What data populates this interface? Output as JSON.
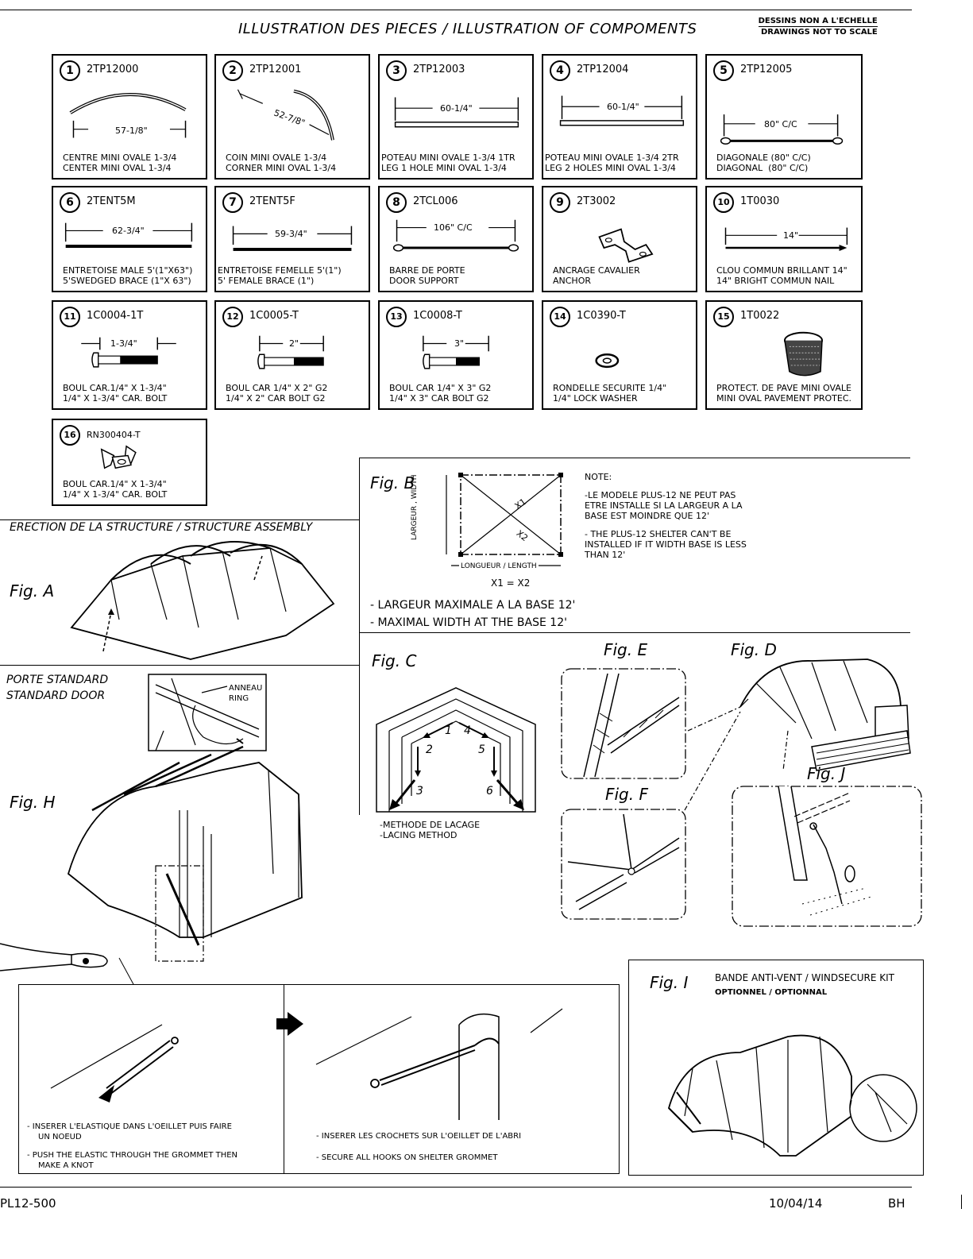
{
  "header": {
    "title": "ILLUSTRATION DES PIECES / ILLUSTRATION OF COMPOMENTS",
    "scale_fr": "DESSINS NON A L'ECHELLE",
    "scale_en": "DRAWINGS NOT TO SCALE"
  },
  "parts": [
    {
      "num": "1",
      "code": "2TP12000",
      "dim": "57-1/8\"",
      "fr": "CENTRE MINI OVALE 1-3/4",
      "en": "CENTER MINI OVAL 1-3/4"
    },
    {
      "num": "2",
      "code": "2TP12001",
      "dim": "52-7/8\"",
      "fr": "COIN MINI OVALE 1-3/4",
      "en": "CORNER MINI OVAL 1-3/4"
    },
    {
      "num": "3",
      "code": "2TP12003",
      "dim": "60-1/4\"",
      "fr": "POTEAU MINI OVALE 1-3/4 1TR",
      "en": "LEG 1 HOLE MINI OVAL 1-3/4"
    },
    {
      "num": "4",
      "code": "2TP12004",
      "dim": "60-1/4\"",
      "fr": "POTEAU MINI OVALE 1-3/4 2TR",
      "en": "LEG 2 HOLES MINI OVAL 1-3/4"
    },
    {
      "num": "5",
      "code": "2TP12005",
      "dim": "80\" C/C",
      "fr": "DIAGONALE (80\" C/C)",
      "en": "DIAGONAL  (80\" C/C)"
    },
    {
      "num": "6",
      "code": "2TENT5M",
      "dim": "62-3/4\"",
      "fr": "ENTRETOISE MALE 5'(1\"X63\")",
      "en": "5'SWEDGED BRACE (1\"X 63\")"
    },
    {
      "num": "7",
      "code": "2TENT5F",
      "dim": "59-3/4\"",
      "fr": "ENTRETOISE FEMELLE 5'(1\")",
      "en": "5' FEMALE BRACE (1\")"
    },
    {
      "num": "8",
      "code": "2TCL006",
      "dim": "106\" C/C",
      "fr": "BARRE DE PORTE",
      "en": "DOOR SUPPORT"
    },
    {
      "num": "9",
      "code": "2T3002",
      "dim": "",
      "fr": "ANCRAGE CAVALIER",
      "en": "ANCHOR"
    },
    {
      "num": "10",
      "code": "1T0030",
      "dim": "14\"",
      "fr": "CLOU COMMUN BRILLANT 14\"",
      "en": "14\" BRIGHT COMMUN NAIL"
    },
    {
      "num": "11",
      "code": "1C0004-1T",
      "dim": "1-3/4\"",
      "fr": "BOUL CAR.1/4\" X 1-3/4\"",
      "en": "1/4\" X 1-3/4\" CAR. BOLT"
    },
    {
      "num": "12",
      "code": "1C0005-T",
      "dim": "2\"",
      "fr": "BOUL CAR 1/4\" X 2\" G2",
      "en": "1/4\" X 2\" CAR BOLT G2"
    },
    {
      "num": "13",
      "code": "1C0008-T",
      "dim": "3\"",
      "fr": "BOUL CAR 1/4\" X 3\" G2",
      "en": "1/4\" X 3\" CAR BOLT G2"
    },
    {
      "num": "14",
      "code": "1C0390-T",
      "dim": "",
      "fr": "RONDELLE SECURITE 1/4\"",
      "en": "1/4\" LOCK WASHER"
    },
    {
      "num": "15",
      "code": "1T0022",
      "dim": "",
      "fr": "PROTECT. DE PAVE MINI OVALE",
      "en": "MINI OVAL PAVEMENT PROTEC."
    },
    {
      "num": "16",
      "code": "RN300404-T",
      "dim": "",
      "fr": "BOUL CAR.1/4\" X 1-3/4\"",
      "en": "1/4\" X 1-3/4\" CAR. BOLT"
    }
  ],
  "assembly": {
    "title": "ERECTION DE LA STRUCTURE / STRUCTURE ASSEMBLY",
    "fig_a": "Fig. A"
  },
  "fig_b": {
    "label": "Fig. B",
    "width_label": "LARGEUR , WIDTH",
    "length_label": "LONGUEUR / LENGTH",
    "x1": "X1",
    "x2": "X2",
    "equation": "X1 = X2",
    "note_title": "NOTE:",
    "note_fr": [
      "-LE MODELE PLUS-12 NE PEUT PAS",
      "ETRE INSTALLE SI LA LARGEUR A LA",
      "BASE EST MOINDRE QUE 12'"
    ],
    "note_en": [
      "- THE PLUS-12 SHELTER CAN'T BE",
      "INSTALLED IF IT WIDTH BASE IS LESS",
      "THAN 12'"
    ],
    "max_fr": "- LARGEUR MAXIMALE A LA BASE 12'",
    "max_en": "- MAXIMAL WIDTH AT THE BASE 12'"
  },
  "fig_c": {
    "label": "Fig. C",
    "steps": [
      "1",
      "2",
      "3",
      "4",
      "5",
      "6"
    ],
    "method_fr": "-METHODE DE LACAGE",
    "method_en": "-LACING METHOD"
  },
  "fig_d": "Fig. D",
  "fig_e": "Fig. E",
  "fig_f": "Fig. F",
  "fig_j": "Fig. J",
  "door": {
    "fr": "PORTE STANDARD",
    "en": "STANDARD DOOR",
    "ring_fr": "ANNEAU",
    "ring_en": "RING",
    "fig_h": "Fig. H"
  },
  "fig_i": {
    "label": "Fig. I",
    "title": "BANDE ANTI-VENT / WINDSECURE KIT",
    "sub": "OPTIONNEL / OPTIONNAL"
  },
  "instructions": {
    "left": [
      "- INSERER L'ELASTIQUE DANS L'OEILLET PUIS FAIRE",
      "UN NOEUD",
      "- PUSH THE ELASTIC THROUGH THE GROMMET THEN",
      "MAKE A KNOT"
    ],
    "right": [
      "- INSERER LES CROCHETS SUR L'OEILLET DE L'ABRI",
      "- SECURE ALL HOOKS ON SHELTER GROMMET"
    ]
  },
  "footer": {
    "doc": "PL12-500",
    "date": "10/04/14",
    "author": "BH"
  }
}
